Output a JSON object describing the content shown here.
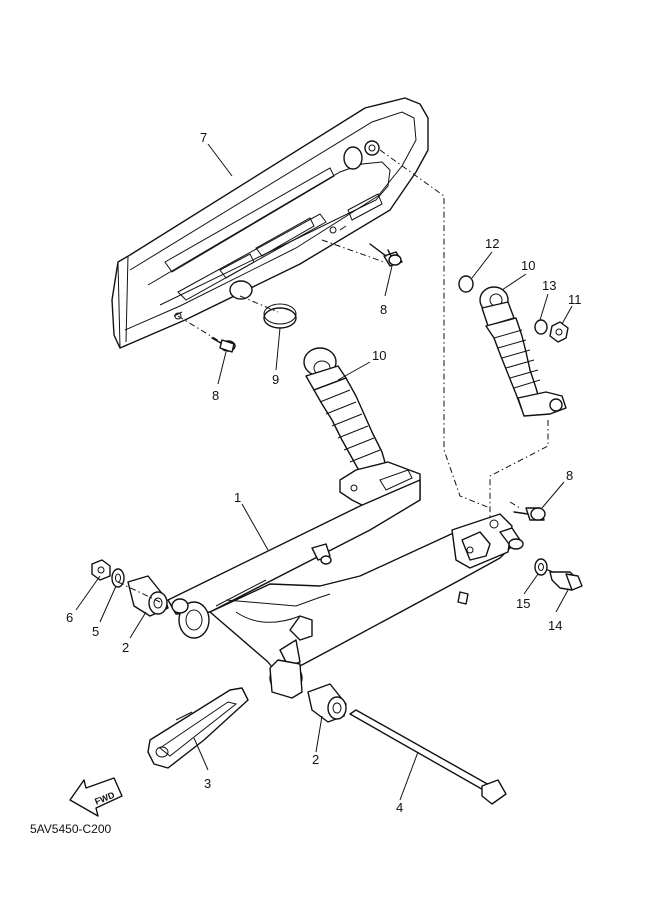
{
  "diagram": {
    "code": "5AV5450-C200",
    "fwd_label": "FWD",
    "callouts": [
      {
        "id": "c7",
        "text": "7"
      },
      {
        "id": "c8a",
        "text": "8"
      },
      {
        "id": "c8b",
        "text": "8"
      },
      {
        "id": "c8c",
        "text": "8"
      },
      {
        "id": "c9",
        "text": "9"
      },
      {
        "id": "c10a",
        "text": "10"
      },
      {
        "id": "c10b",
        "text": "10"
      },
      {
        "id": "c12",
        "text": "12"
      },
      {
        "id": "c13",
        "text": "13"
      },
      {
        "id": "c11",
        "text": "11"
      },
      {
        "id": "c1",
        "text": "1"
      },
      {
        "id": "c6",
        "text": "6"
      },
      {
        "id": "c5",
        "text": "5"
      },
      {
        "id": "c2a",
        "text": "2"
      },
      {
        "id": "c2b",
        "text": "2"
      },
      {
        "id": "c3",
        "text": "3"
      },
      {
        "id": "c4",
        "text": "4"
      },
      {
        "id": "c15",
        "text": "15"
      },
      {
        "id": "c14",
        "text": "14"
      }
    ]
  }
}
